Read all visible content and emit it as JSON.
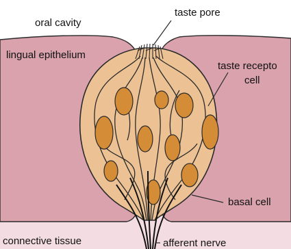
{
  "labels": {
    "oral_cavity": "oral cavity",
    "taste_pore": "taste pore",
    "lingual_epithelium": "lingual epithelium",
    "taste_receptor_cell_line1": "taste recepto",
    "taste_receptor_cell_line2": "cell",
    "basal_cell": "basal cell",
    "connective_tissue": "connective tissue",
    "afferent_nerve": "afferent nerve"
  },
  "colors": {
    "epithelium": "#d9a2ad",
    "connective_tissue": "#f4dde2",
    "bud_cell": "#ecc194",
    "nucleus": "#d48c37",
    "outline": "#2a2a2a",
    "text": "#111111"
  }
}
